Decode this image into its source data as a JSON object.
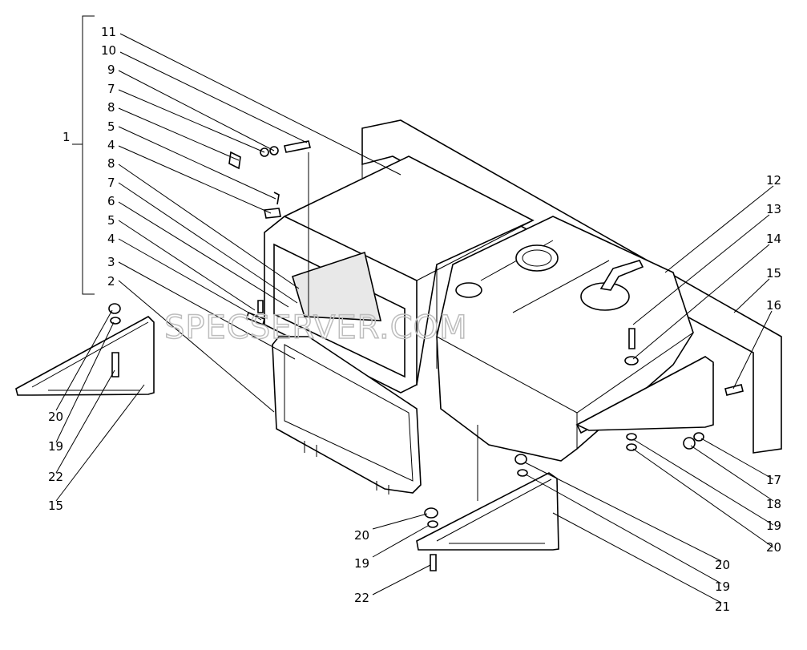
{
  "watermark": "SPECSERVER.COM",
  "labels": [
    {
      "id": "l11a",
      "text": "11"
    },
    {
      "id": "l10a",
      "text": "10"
    },
    {
      "id": "l9a",
      "text": "9"
    },
    {
      "id": "l7a",
      "text": "7"
    },
    {
      "id": "l8a",
      "text": "8"
    },
    {
      "id": "l5a",
      "text": "5"
    },
    {
      "id": "l4a",
      "text": "4"
    },
    {
      "id": "l8b",
      "text": "8"
    },
    {
      "id": "l7b",
      "text": "7"
    },
    {
      "id": "l6a",
      "text": "6"
    },
    {
      "id": "l5b",
      "text": "5"
    },
    {
      "id": "l4b",
      "text": "4"
    },
    {
      "id": "l3a",
      "text": "3"
    },
    {
      "id": "l2a",
      "text": "2"
    },
    {
      "id": "l1a",
      "text": "1"
    },
    {
      "id": "l12a",
      "text": "12"
    },
    {
      "id": "l13a",
      "text": "13"
    },
    {
      "id": "l14a",
      "text": "14"
    },
    {
      "id": "l15a",
      "text": "15"
    },
    {
      "id": "l16a",
      "text": "16"
    },
    {
      "id": "l17a",
      "text": "17"
    },
    {
      "id": "l18a",
      "text": "18"
    },
    {
      "id": "l19a",
      "text": "19"
    },
    {
      "id": "l20a",
      "text": "20"
    },
    {
      "id": "l20b",
      "text": "20"
    },
    {
      "id": "l19b",
      "text": "19"
    },
    {
      "id": "l22a",
      "text": "22"
    },
    {
      "id": "l15b",
      "text": "15"
    },
    {
      "id": "l20c",
      "text": "20"
    },
    {
      "id": "l19c",
      "text": "19"
    },
    {
      "id": "l22b",
      "text": "22"
    },
    {
      "id": "l20d",
      "text": "20"
    },
    {
      "id": "l19d",
      "text": "19"
    },
    {
      "id": "l21a",
      "text": "21"
    }
  ]
}
